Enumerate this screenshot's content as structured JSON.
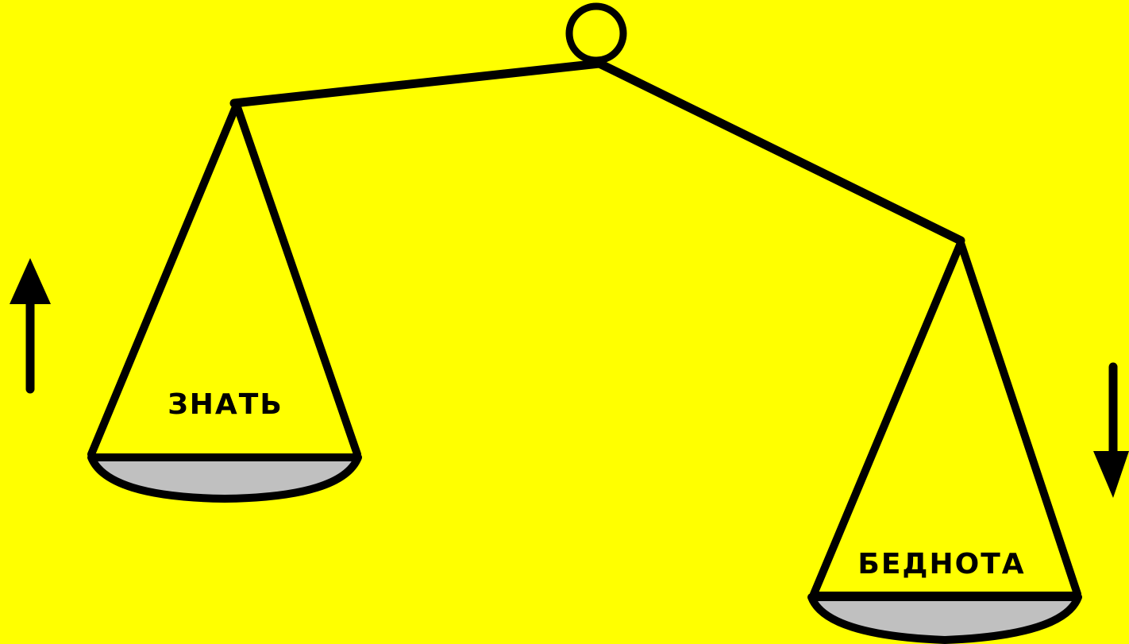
{
  "diagram": {
    "colors": {
      "background": "#FFFF00",
      "line": "#000000",
      "pan_fill": "#C0C0C0"
    },
    "left_pan": {
      "label": "ЗНАТЬ",
      "direction": "up"
    },
    "right_pan": {
      "label": "БЕДНОТА",
      "direction": "down"
    },
    "icons": {
      "left_arrow": "arrow-up-icon",
      "right_arrow": "arrow-down-icon",
      "pivot": "pivot-ring-icon"
    }
  }
}
